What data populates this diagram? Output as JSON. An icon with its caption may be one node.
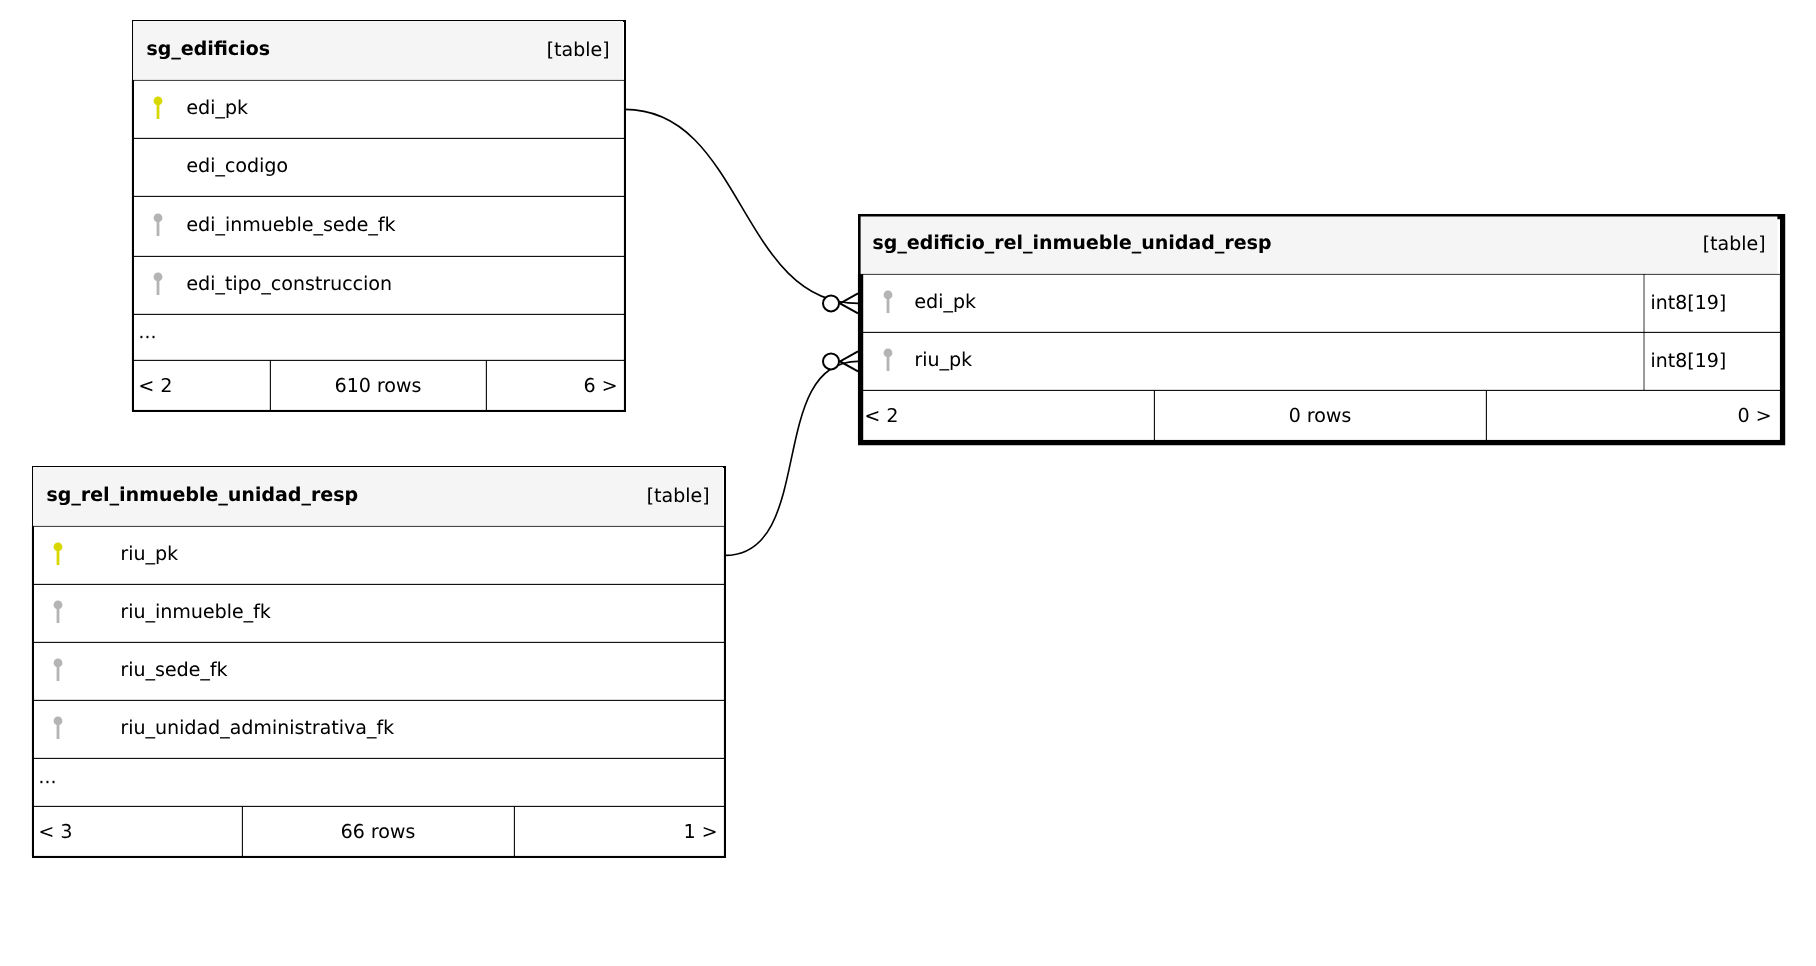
{
  "diagram": {
    "nodes": [
      {
        "text": [
          "sg_edificios",
          "[table]"
        ]
      },
      {
        "text": [
          "edi_pk"
        ],
        "in": 0
      },
      {
        "text": [
          "edi_codigo"
        ],
        "in": 0
      },
      {
        "text": [
          "edi_inmueble_sede_fk"
        ],
        "in": 0
      },
      {
        "text": [
          "edi_tipo_construccion"
        ],
        "in": 0
      },
      {
        "text": [
          "..."
        ],
        "in": 0
      },
      {
        "text": [
          "< 2"
        ],
        "in": 0
      },
      {
        "text": [
          "610 rows"
        ],
        "in": 0
      },
      {
        "text": [
          "6 >"
        ],
        "in": 0
      },
      {
        "text": [
          "sg_edificio_rel_inmueble_unidad_resp",
          "[table]"
        ]
      },
      {
        "text": [
          "edi_pk",
          "int8[19]"
        ],
        "in": 9
      },
      {
        "text": [
          "riu_pk",
          "int8[19]"
        ],
        "in": 9
      },
      {
        "text": [
          "< 2"
        ],
        "in": 9
      },
      {
        "text": [
          "0 rows"
        ],
        "in": 9
      },
      {
        "text": [
          "0 >"
        ],
        "in": 9
      },
      {
        "text": [
          "sg_rel_inmueble_unidad_resp",
          "[table]"
        ]
      },
      {
        "text": [
          "riu_pk"
        ],
        "in": 15
      },
      {
        "text": [
          "riu_inmueble_fk"
        ],
        "in": 15
      },
      {
        "text": [
          "riu_sede_fk"
        ],
        "in": 15
      },
      {
        "text": [
          "riu_unidad_administrativa_fk"
        ],
        "in": 15
      },
      {
        "text": [
          "..."
        ],
        "in": 15
      },
      {
        "text": [
          "< 3"
        ],
        "in": 15
      },
      {
        "text": [
          "66 rows"
        ],
        "in": 15
      },
      {
        "text": [
          "1 >"
        ],
        "in": 15
      }
    ],
    "edges": [
      {
        "from": 1,
        "to": 10,
        "arrow": "other"
      },
      {
        "from": 16,
        "to": 11,
        "arrow": "other"
      }
    ]
  }
}
